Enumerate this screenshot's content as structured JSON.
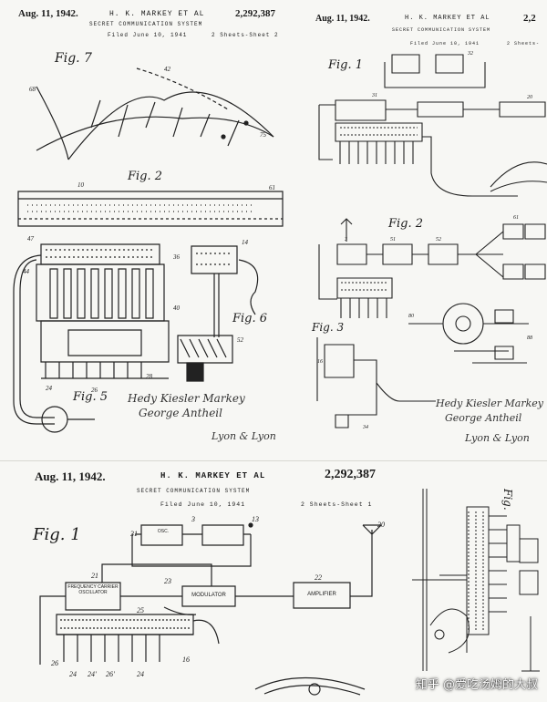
{
  "sheet_tl": {
    "date": "Aug. 11, 1942.",
    "inventors": "H. K. MARKEY ET AL",
    "patent_no": "2,292,387",
    "title": "SECRET COMMUNICATION SYSTEM",
    "filed": "Filed June 10, 1941",
    "sheets": "2 Sheets-Sheet 2",
    "fig7": "Fig. 7",
    "fig2": "Fig. 2",
    "fig5": "Fig. 5",
    "fig6": "Fig. 6",
    "sig1": "Hedy Kiesler Markey",
    "sig2": "George Antheil",
    "attorney": "Lyon & Lyon"
  },
  "sheet_tr": {
    "date": "Aug. 11, 1942.",
    "inventors": "H. K. MARKEY ET AL",
    "patent_no_partial": "2,2",
    "title": "SECRET COMMUNICATION SYSTEM",
    "filed": "Filed June 10, 1941",
    "sheets": "2 Sheets-",
    "fig1": "Fig. 1",
    "fig2": "Fig. 2",
    "fig3": "Fig. 3",
    "sig1": "Hedy Kiesler Markey",
    "sig2": "George Antheil",
    "attorney": "Lyon & Lyon"
  },
  "sheet_bl": {
    "date": "Aug. 11, 1942.",
    "inventors": "H. K. MARKEY ET AL",
    "patent_no": "2,292,387",
    "title": "SECRET COMMUNICATION SYSTEM",
    "filed": "Filed June 10, 1941",
    "sheets": "2 Sheets-Sheet 1",
    "fig1": "Fig. 1",
    "block_modulator": "MODULATOR",
    "block_amplifier": "AMPLIFIER",
    "block_carrier": "FREQUENCY CARRIER OSCILLATOR"
  },
  "sheet_br": {
    "fig": "Fig."
  },
  "watermark": "知乎 @爱吃汤姆的大叔"
}
